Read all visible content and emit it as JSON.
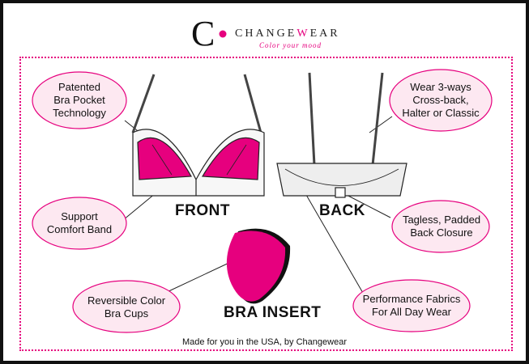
{
  "brand": {
    "logo_letter": "C",
    "name_prefix": "CHANGE",
    "name_highlight": "W",
    "name_suffix": "EAR",
    "tagline": "Color your mood"
  },
  "labels": {
    "front": "FRONT",
    "back": "BACK",
    "insert": "BRA INSERT"
  },
  "callouts": {
    "pocket": [
      "Patented",
      "Bra Pocket",
      "Technology"
    ],
    "band": [
      "Support",
      "Comfort Band"
    ],
    "cups": [
      "Reversible Color",
      "Bra Cups"
    ],
    "ways": [
      "Wear 3-ways",
      "Cross-back,",
      "Halter or Classic"
    ],
    "closure": [
      "Tagless, Padded",
      "Back Closure"
    ],
    "fabrics": [
      "Performance Fabrics",
      "For All Day Wear"
    ]
  },
  "footer": "Made for you in the USA, by Changewear",
  "colors": {
    "accent": "#e6007e",
    "ellipse_fill": "#fde8f1",
    "outline": "#222222"
  }
}
